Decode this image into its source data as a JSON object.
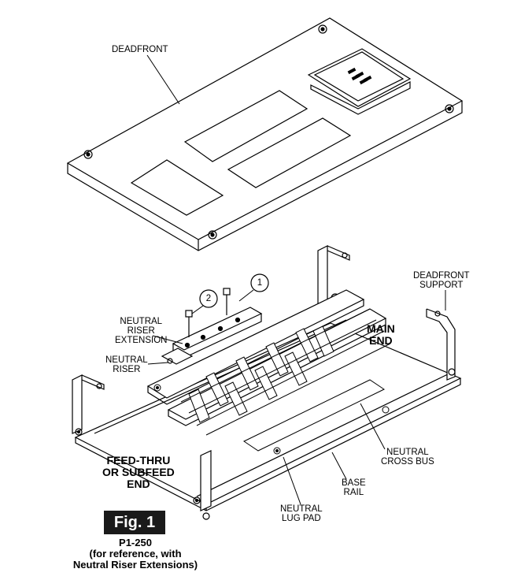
{
  "labels": {
    "deadfront": "DEADFRONT",
    "deadfront_support_1": "DEADFRONT",
    "deadfront_support_2": "SUPPORT",
    "neutral_riser_ext_1": "NEUTRAL",
    "neutral_riser_ext_2": "RISER",
    "neutral_riser_ext_3": "EXTENSION",
    "neutral_riser_1": "NEUTRAL",
    "neutral_riser_2": "RISER",
    "main_end_1": "MAIN",
    "main_end_2": "END",
    "feed_thru_1": "FEED-THRU",
    "feed_thru_2": "OR SUBFEED",
    "feed_thru_3": "END",
    "neutral_cross_bus_1": "NEUTRAL",
    "neutral_cross_bus_2": "CROSS BUS",
    "base_rail_1": "BASE",
    "base_rail_2": "RAIL",
    "neutral_lug_pad_1": "NEUTRAL",
    "neutral_lug_pad_2": "LUG PAD",
    "callout_1": "1",
    "callout_2": "2"
  },
  "figure": {
    "badge": "Fig. 1",
    "caption_line1": "P1-250",
    "caption_line2": "(for reference, with",
    "caption_line3": "Neutral Riser Extensions)"
  }
}
